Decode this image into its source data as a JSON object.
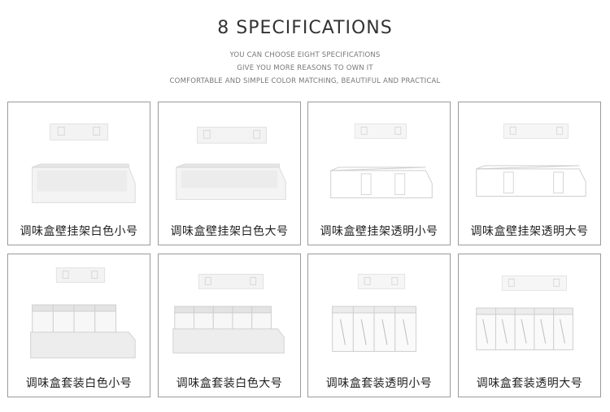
{
  "header": {
    "title": "8 SPECIFICATIONS",
    "line1": "YOU CAN CHOOSE EIGHT SPECIFICATIONS",
    "line2": "GIVE YOU MORE REASONS TO OWN IT",
    "line3": "COMFORTABLE AND SIMPLE COLOR MATCHING, BEAUTIFUL AND PRACTICAL"
  },
  "products": [
    {
      "label": "调味盒壁挂架白色小号"
    },
    {
      "label": "调味盒壁挂架白色大号"
    },
    {
      "label": "调味盒壁挂架透明小号"
    },
    {
      "label": "调味盒壁挂架透明大号"
    },
    {
      "label": "调味盒套装白色小号"
    },
    {
      "label": "调味盒套装白色大号"
    },
    {
      "label": "调味盒套装透明小号"
    },
    {
      "label": "调味盒套装透明大号"
    }
  ]
}
